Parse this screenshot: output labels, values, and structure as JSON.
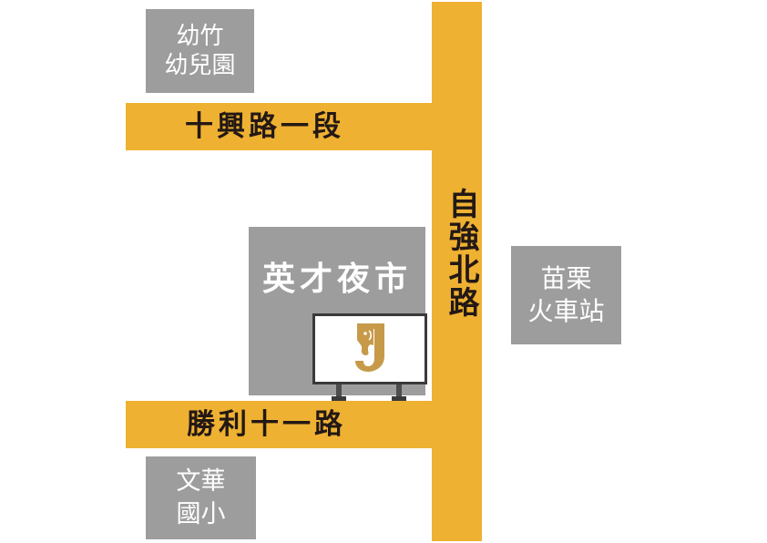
{
  "colors": {
    "road": "#eeb132",
    "block": "#9d9d9d",
    "block_text": "#ffffff",
    "road_text": "#231815",
    "brand_gold": "#c79a4a"
  },
  "roads": {
    "shixing": "十興路一段",
    "shengli": "勝利十一路",
    "ziqiang": "自強北路"
  },
  "landmarks": {
    "kindergarten": {
      "line1": "幼竹",
      "line2": "幼兒園"
    },
    "night_market": "英才夜市",
    "station": {
      "line1": "苗栗",
      "line2": "火車站"
    },
    "school": {
      "line1": "文華",
      "line2": "國小"
    }
  },
  "logo": {
    "letter": "J",
    "icon": "elephant-icon"
  }
}
